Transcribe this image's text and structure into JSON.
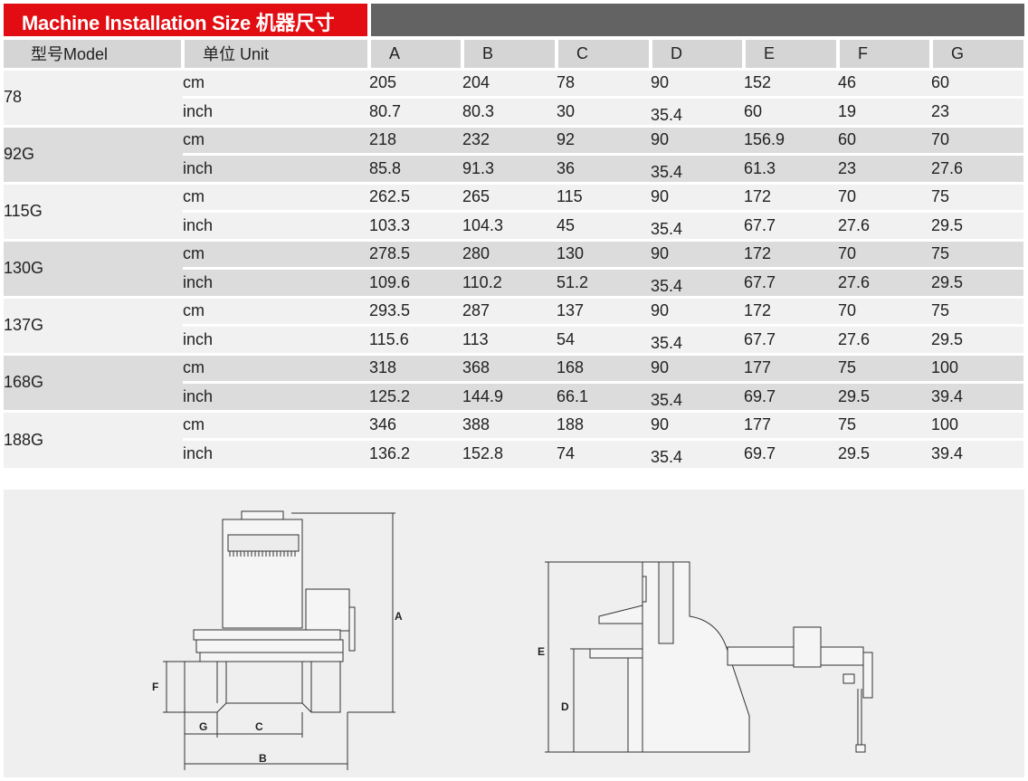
{
  "header": {
    "title": "Machine Installation Size 机器尺寸"
  },
  "table": {
    "model_header": "型号Model",
    "unit_header": "单位 Unit",
    "columns": [
      "A",
      "B",
      "C",
      "D",
      "E",
      "F",
      "G"
    ],
    "rows": [
      {
        "model": "78",
        "cm_label": "cm",
        "inch_label": "inch",
        "cm": [
          "205",
          "204",
          "78",
          "90",
          "152",
          "46",
          "60"
        ],
        "inch": [
          "80.7",
          "80.3",
          "30",
          "35.4",
          "60",
          "19",
          "23"
        ]
      },
      {
        "model": "92G",
        "cm_label": "cm",
        "inch_label": "inch",
        "cm": [
          "218",
          "232",
          "92",
          "90",
          "156.9",
          "60",
          "70"
        ],
        "inch": [
          "85.8",
          "91.3",
          "36",
          "35.4",
          "61.3",
          "23",
          "27.6"
        ]
      },
      {
        "model": "115G",
        "cm_label": "cm",
        "inch_label": "inch",
        "cm": [
          "262.5",
          "265",
          "115",
          "90",
          "172",
          "70",
          "75"
        ],
        "inch": [
          "103.3",
          "104.3",
          "45",
          "35.4",
          "67.7",
          "27.6",
          "29.5"
        ]
      },
      {
        "model": "130G",
        "cm_label": "cm",
        "inch_label": "inch",
        "cm": [
          "278.5",
          "280",
          "130",
          "90",
          "172",
          "70",
          "75"
        ],
        "inch": [
          "109.6",
          "110.2",
          "51.2",
          "35.4",
          "67.7",
          "27.6",
          "29.5"
        ]
      },
      {
        "model": "137G",
        "cm_label": "cm",
        "inch_label": "inch",
        "cm": [
          "293.5",
          "287",
          "137",
          "90",
          "172",
          "70",
          "75"
        ],
        "inch": [
          "115.6",
          "113",
          "54",
          "35.4",
          "67.7",
          "27.6",
          "29.5"
        ]
      },
      {
        "model": "168G",
        "cm_label": "cm",
        "inch_label": "inch",
        "cm": [
          "318",
          "368",
          "168",
          "90",
          "177",
          "75",
          "100"
        ],
        "inch": [
          "125.2",
          "144.9",
          "66.1",
          "35.4",
          "69.7",
          "29.5",
          "39.4"
        ]
      },
      {
        "model": "188G",
        "cm_label": "cm",
        "inch_label": "inch",
        "cm": [
          "346",
          "388",
          "188",
          "90",
          "177",
          "75",
          "100"
        ],
        "inch": [
          "136.2",
          "152.8",
          "74",
          "35.4",
          "69.7",
          "29.5",
          "39.4"
        ]
      }
    ]
  },
  "diagram": {
    "front_labels": {
      "a": "A",
      "b": "B",
      "c": "C",
      "f": "F",
      "g": "G"
    },
    "side_labels": {
      "d": "D",
      "e": "E"
    }
  }
}
